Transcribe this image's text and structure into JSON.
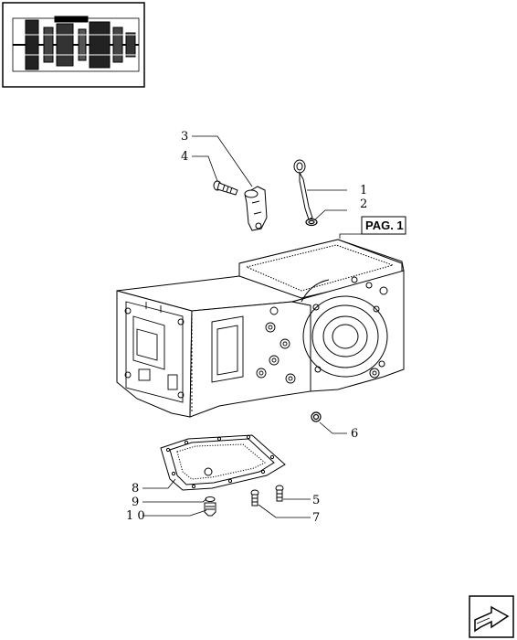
{
  "reference_box_label": "PAG. 1",
  "callouts": {
    "c1": "1",
    "c2": "2",
    "c3": "3",
    "c4": "4",
    "c5": "5",
    "c6": "6",
    "c7": "7",
    "c8": "8",
    "c9": "9",
    "c10": "1 0"
  },
  "icons": {
    "thumbnail": "transmission-section-thumbnail-icon",
    "navigation": "next-page-arrow-icon"
  },
  "colors": {
    "line": "#000000",
    "background": "#ffffff",
    "hatch": "#555555"
  }
}
